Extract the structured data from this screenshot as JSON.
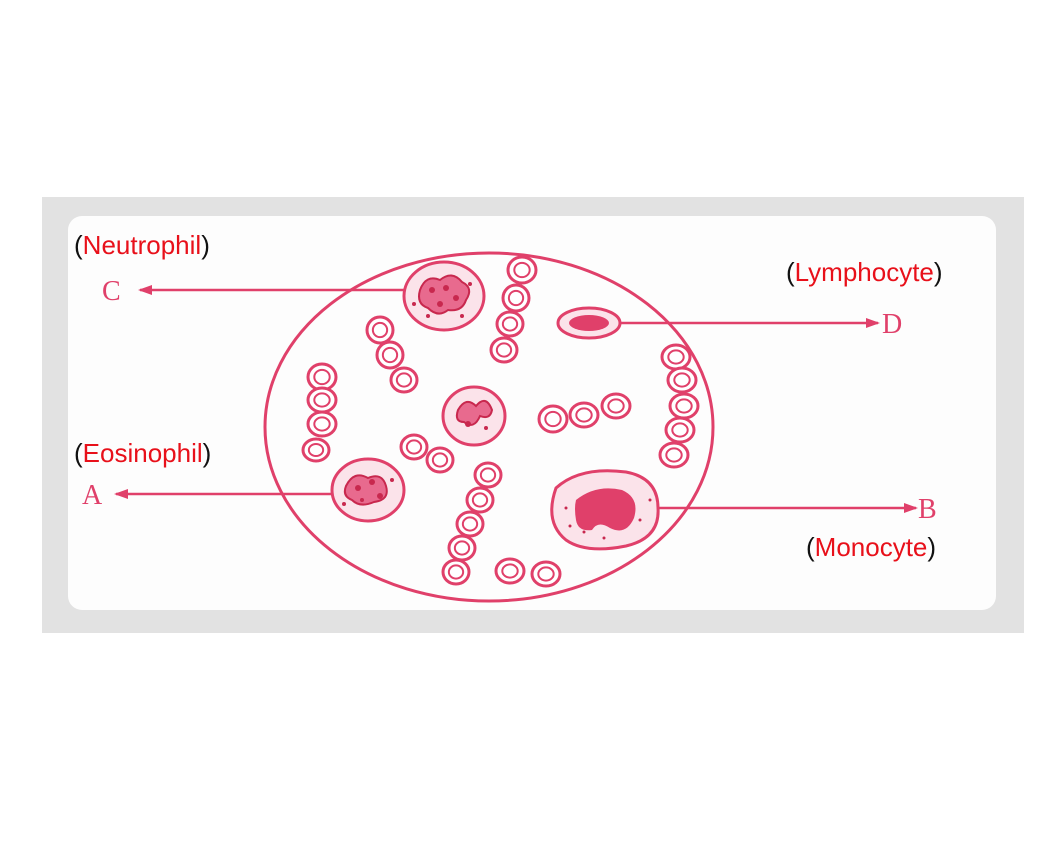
{
  "colors": {
    "ink": "#e0406a",
    "nucleus": "#e0406a",
    "label_text": "#e8101a",
    "paren_text": "#111111",
    "frame": "#e2e2e2",
    "panel": "#fdfdfd"
  },
  "labels": {
    "open_paren": "(",
    "close_paren": ")",
    "neutrophil": {
      "letter": "C",
      "name": "Neutrophil"
    },
    "lymphocyte": {
      "letter": "D",
      "name": "Lymphocyte"
    },
    "eosinophil": {
      "letter": "A",
      "name": "Eosinophil"
    },
    "monocyte": {
      "letter": "B",
      "name": "Monocyte"
    }
  }
}
